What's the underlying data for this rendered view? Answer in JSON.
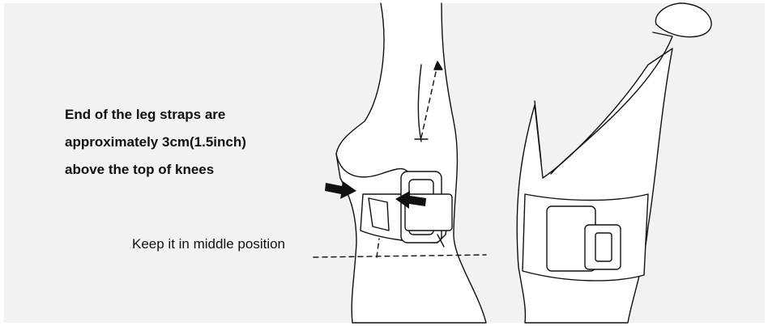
{
  "instructions": {
    "strap_position_lines": [
      "End of the leg straps are",
      "approximately 3cm(1.5inch)",
      "above the top of knees"
    ],
    "middle_position_label": "Keep it in middle position"
  },
  "colors": {
    "panel": "#f2f2f2",
    "line": "#111111"
  }
}
